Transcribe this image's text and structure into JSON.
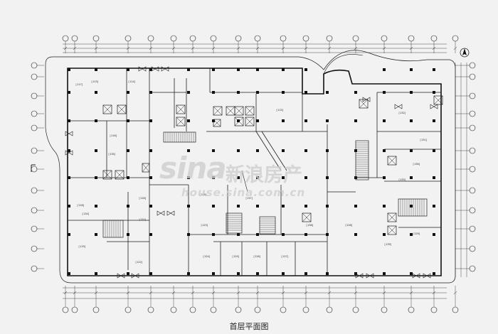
{
  "drawing": {
    "caption": "首层平面图",
    "watermark": {
      "logo_text": "sina",
      "brand_cn": "新浪房产",
      "url": "house.sina.com.cn"
    },
    "north_marker_icon": "north-arrow-icon",
    "room_labels": [
      "[113]",
      "[114]",
      "[115]",
      "[116]",
      "[117]",
      "[118]",
      "[119]",
      "[120]",
      "[121]",
      "[122]",
      "[123]",
      "[124]",
      "[125]",
      "[126]",
      "[127]",
      "[128]",
      "[129]",
      "[130]",
      "[131]",
      "[132]",
      "[133]",
      "[134]",
      "[135]",
      "[136]",
      "[137]",
      "[138]",
      "[139]"
    ],
    "colors": {
      "background": "#f2f2f2",
      "line": "#1e1e1e",
      "wall": "#111111",
      "watermark": "#cdcdcd"
    }
  }
}
